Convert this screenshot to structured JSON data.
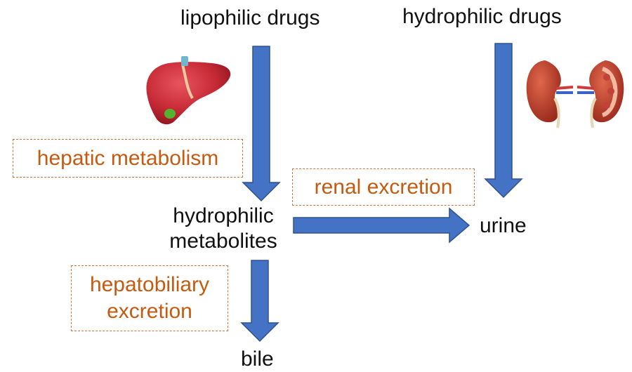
{
  "nodes": {
    "lipophilic_drugs": "lipophilic drugs",
    "hydrophilic_drugs": "hydrophilic drugs",
    "hydrophilic_metabolites_line1": "hydrophilic",
    "hydrophilic_metabolites_line2": "metabolites",
    "urine": "urine",
    "bile": "bile"
  },
  "processes": {
    "hepatic_metabolism": "hepatic metabolism",
    "renal_excretion": "renal excretion",
    "hepatobiliary_excretion_line1": "hepatobiliary",
    "hepatobiliary_excretion_line2": "excretion"
  },
  "colors": {
    "arrow_fill": "#4472c4",
    "arrow_stroke": "#2f528f",
    "process_border": "#d0743c",
    "process_text": "#c55a11"
  },
  "icons": {
    "liver": "liver-icon",
    "kidneys": "kidneys-icon"
  }
}
